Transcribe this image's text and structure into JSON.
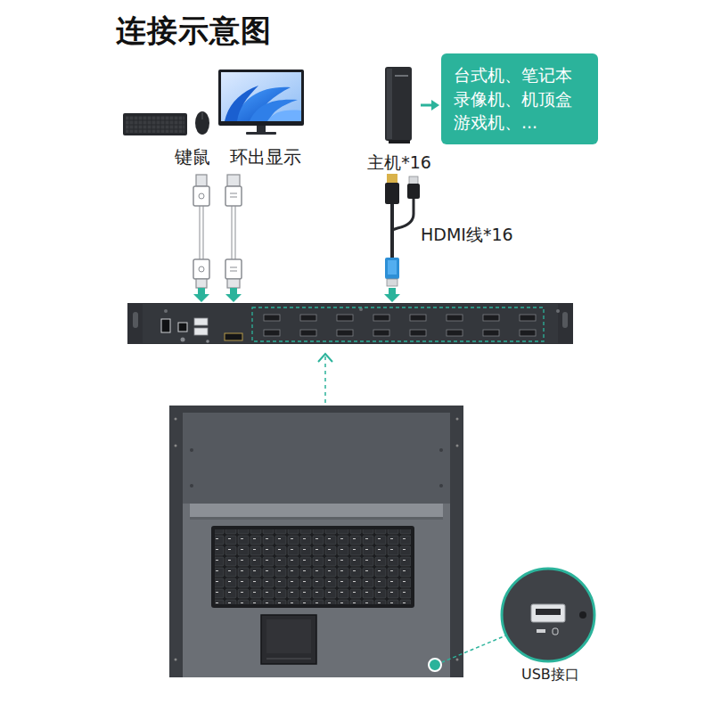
{
  "diagram": {
    "title": "连接示意图",
    "nodes": [
      {
        "text": [
          "主机*16"
        ]
      },
      {
        "text": [
          "台式机、笔记本 录像机、机顶盒 游戏机、..."
        ]
      }
    ],
    "edges": [
      {
        "from": 0,
        "to": 1,
        "arrow": "to"
      }
    ],
    "labels": [
      "键鼠",
      "环出显示",
      "HDMI线*16",
      "USB接口"
    ]
  }
}
